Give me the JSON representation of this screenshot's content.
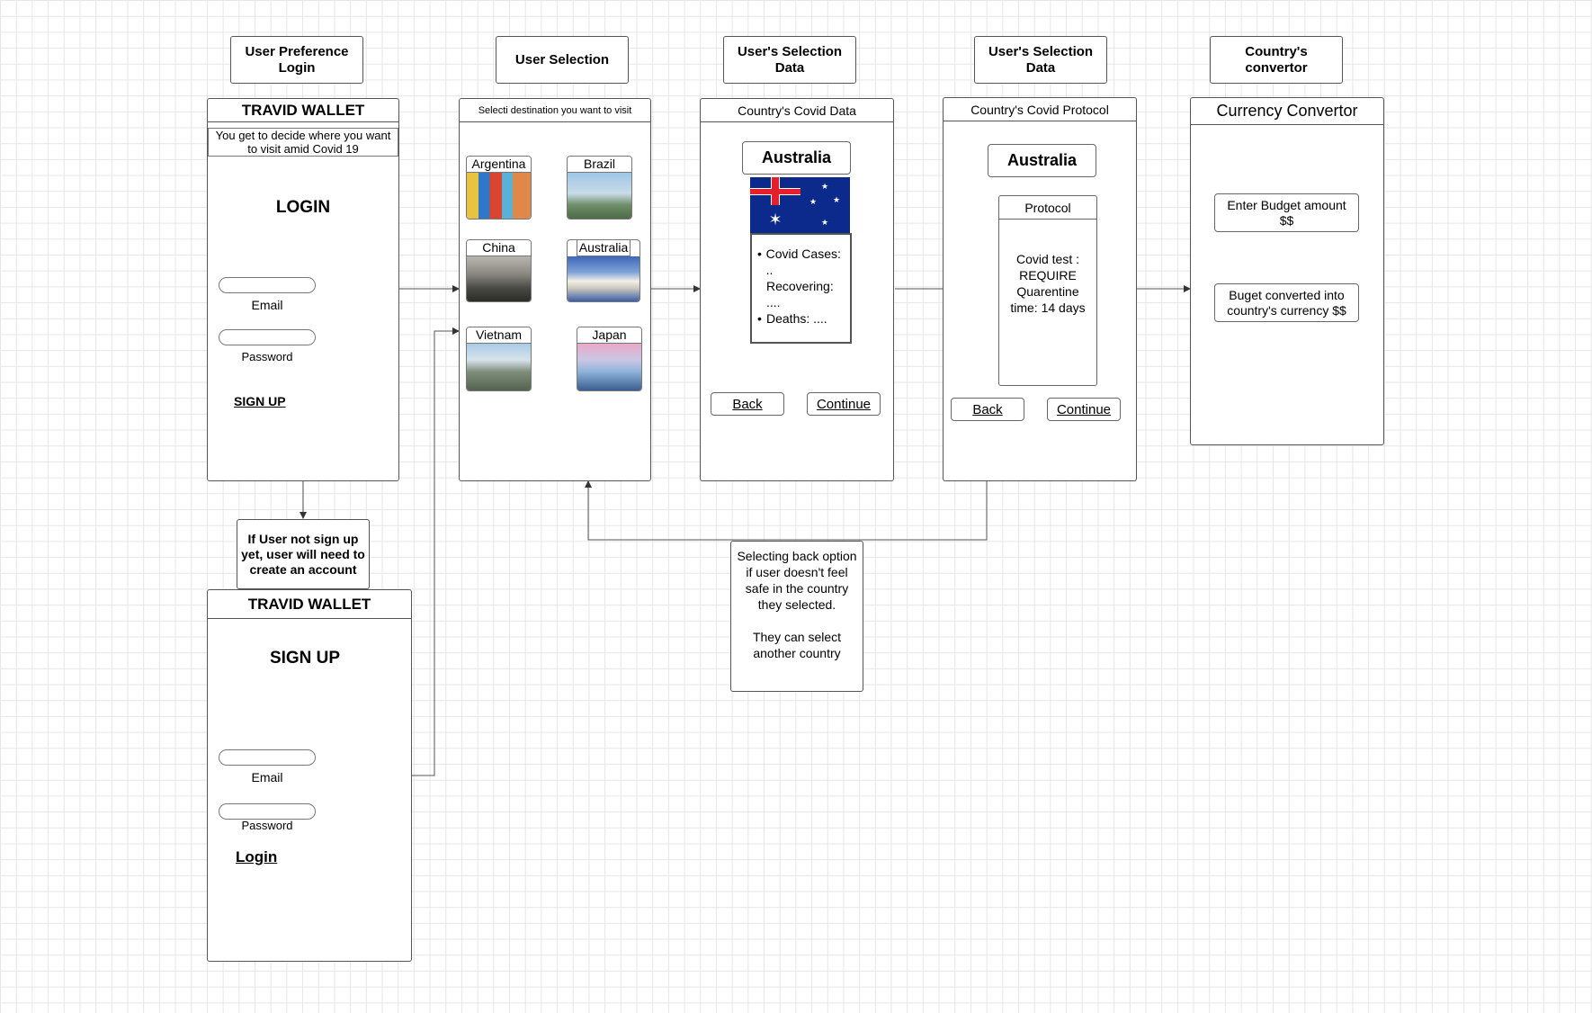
{
  "headers": {
    "login": "User Preference Login",
    "selection": "User Selection",
    "selection_data_1": "User's Selection Data",
    "selection_data_2": "User's Selection Data",
    "convertor": "Country's convertor"
  },
  "login_screen": {
    "title": "TRAVID WALLET",
    "subtitle": "You get to decide  where you want to visit amid Covid 19",
    "heading": "LOGIN",
    "email_label": "Email",
    "password_label": "Password",
    "signup_link": "SIGN UP"
  },
  "signup_note": "If User not sign up yet, user will need to create an account",
  "signup_screen": {
    "title": "TRAVID WALLET",
    "heading": "SIGN UP",
    "email_label": "Email",
    "password_label": "Password",
    "login_link": "Login"
  },
  "destination_screen": {
    "title": "Selecti destination you want to visit",
    "countries": [
      "Argentina",
      "Brazil",
      "China",
      "Australia",
      "Vietnam",
      "Japan"
    ]
  },
  "covid_data_screen": {
    "title": "Country's Covid Data",
    "country": "Australia",
    "bullets": [
      "Covid Cases: ..",
      "Recovering: ....",
      "Deaths: ...."
    ],
    "back": "Back",
    "continue": "Continue"
  },
  "protocol_screen": {
    "title": "Country's Covid Protocol",
    "country": "Australia",
    "protocol_title": "Protocol",
    "protocol_text": "Covid test : REQUIRE Quarentine time: 14 days",
    "back": "Back",
    "continue": "Continue"
  },
  "back_note": {
    "line1": "Selecting back option if user doesn't feel safe in the country they selected.",
    "line2": "They can select another country"
  },
  "currency_screen": {
    "title": "Currency Convertor",
    "budget": "Enter Budget amount $$",
    "converted": "Buget converted into country's currency $$"
  },
  "colors": {
    "flag_blue": "#0b2a8c",
    "flag_red": "#e4202c",
    "grid": "#e6e6e6"
  }
}
